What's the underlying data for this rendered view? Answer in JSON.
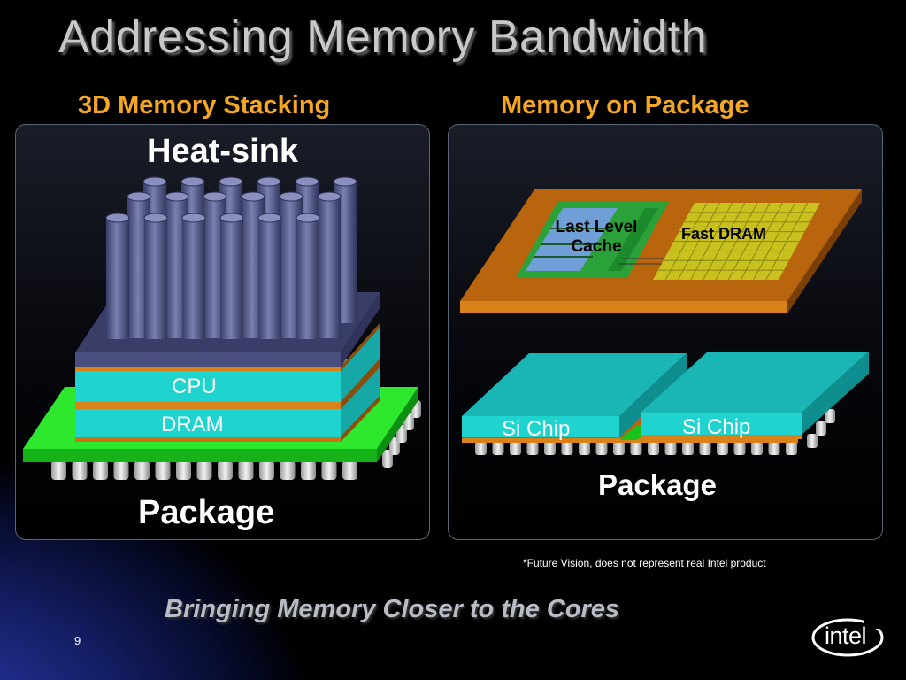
{
  "title": "Addressing Memory Bandwidth",
  "left": {
    "heading": "3D Memory Stacking",
    "heatsink_label": "Heat-sink",
    "cpu_label": "CPU",
    "dram_label": "DRAM",
    "package_label": "Package"
  },
  "right": {
    "heading": "Memory on Package",
    "cache_label_line1": "Last Level",
    "cache_label_line2": "Cache",
    "dram_label": "Fast DRAM",
    "chip1_label": "Si Chip",
    "chip2_label": "Si Chip",
    "package_label": "Package"
  },
  "footnote": "*Future Vision, does not represent real Intel product",
  "tagline": "Bringing Memory Closer to the Cores",
  "page_number": "9",
  "logo_text": "intel",
  "colors": {
    "heading": "#f5a623",
    "cyan_layer": "#1fd3cf",
    "orange_layer": "#c87416",
    "green_package": "#19c21b",
    "heatsink_fins": "#4a4f7e",
    "cache_green": "#1a8a2a",
    "dram_yellow": "#c9c21e"
  }
}
